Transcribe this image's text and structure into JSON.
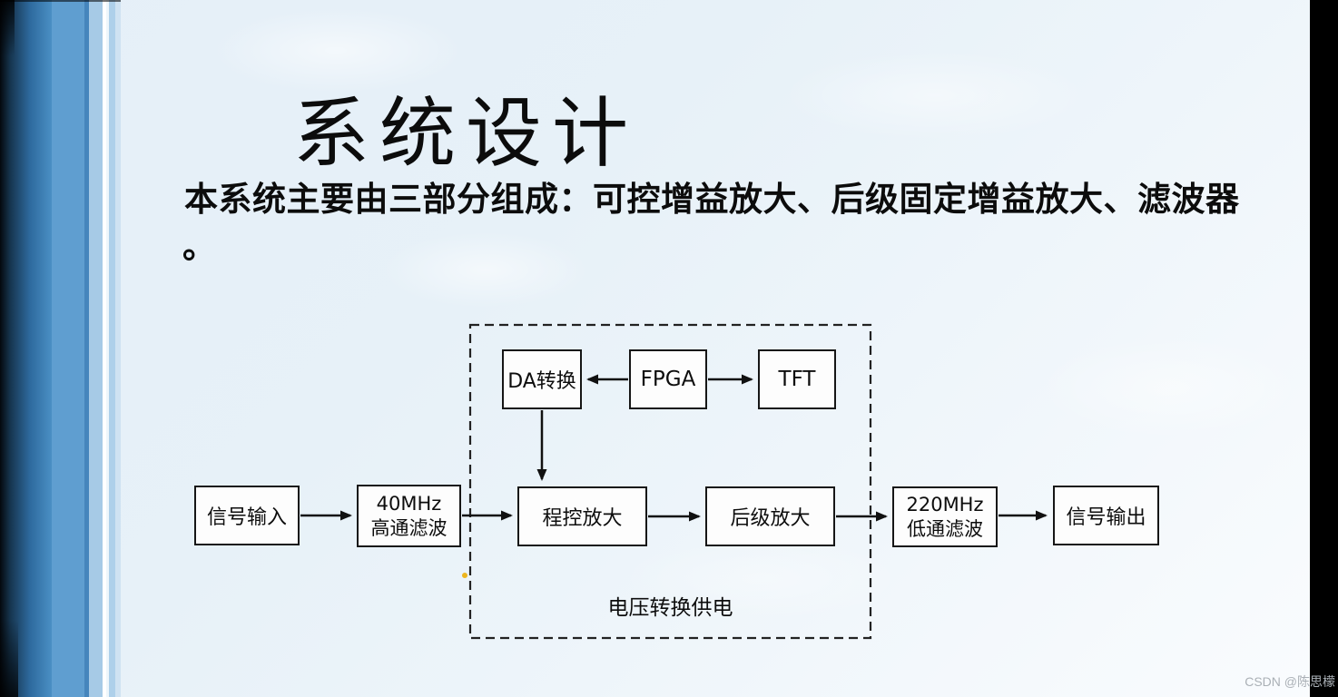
{
  "slide": {
    "title": "系统设计",
    "body_line1": "本系统主要由三部分组成：可控增益放大、后级固定增益放大、滤波器",
    "body_line2": "。"
  },
  "diagram": {
    "dashed_group_label": "电压转换供电",
    "boxes": {
      "da": "DA转换",
      "fpga": "FPGA",
      "tft": "TFT",
      "signal_in": "信号输入",
      "hpf_line1": "40MHz",
      "hpf_line2": "高通滤波",
      "pga": "程控放大",
      "post_amp": "后级放大",
      "lpf_line1": "220MHz",
      "lpf_line2": "低通滤波",
      "signal_out": "信号输出"
    }
  },
  "watermark": "CSDN @陈思檬",
  "colors": {
    "stripe_blue": "#4a8fc4",
    "stripe_light": "#a6cae6",
    "background_top": "#e6f0f8",
    "background_bottom": "#fafcfe",
    "box_border": "#161616",
    "dashed_border": "#222222",
    "arrow_black": "#111111",
    "dot_yellow": "#edb51e",
    "right_bar_black": "#000000",
    "watermark_grey": "#aab0b6"
  }
}
